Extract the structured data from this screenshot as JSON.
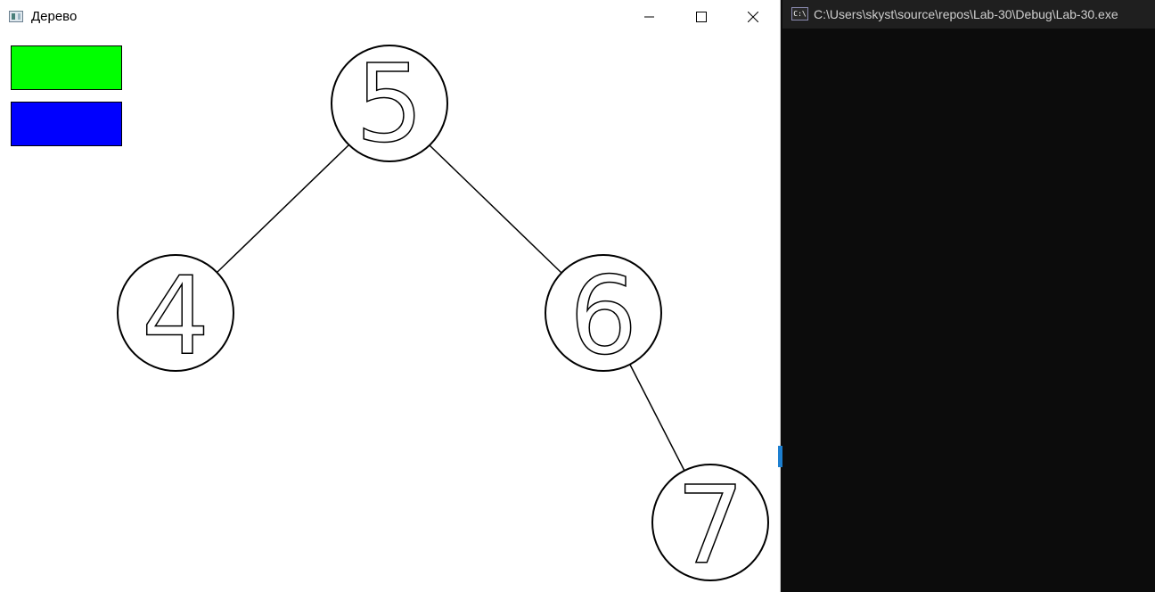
{
  "gui_window": {
    "title": "Дерево",
    "icon": "app-window-icon",
    "controls": {
      "minimize_icon": "minimize-icon",
      "maximize_icon": "maximize-icon",
      "close_icon": "close-icon"
    },
    "swatches": [
      {
        "name": "green-swatch",
        "color": "#00ff00"
      },
      {
        "name": "blue-swatch",
        "color": "#0000ff"
      }
    ],
    "tree": {
      "nodes": [
        {
          "value": "5",
          "parent": null
        },
        {
          "value": "4",
          "parent": "5"
        },
        {
          "value": "6",
          "parent": "5"
        },
        {
          "value": "7",
          "parent": "6"
        }
      ]
    }
  },
  "console_window": {
    "title": "C:\\Users\\skyst\\source\\repos\\Lab-30\\Debug\\Lab-30.exe",
    "icon_label": "C:\\",
    "background": "#0c0c0c"
  }
}
